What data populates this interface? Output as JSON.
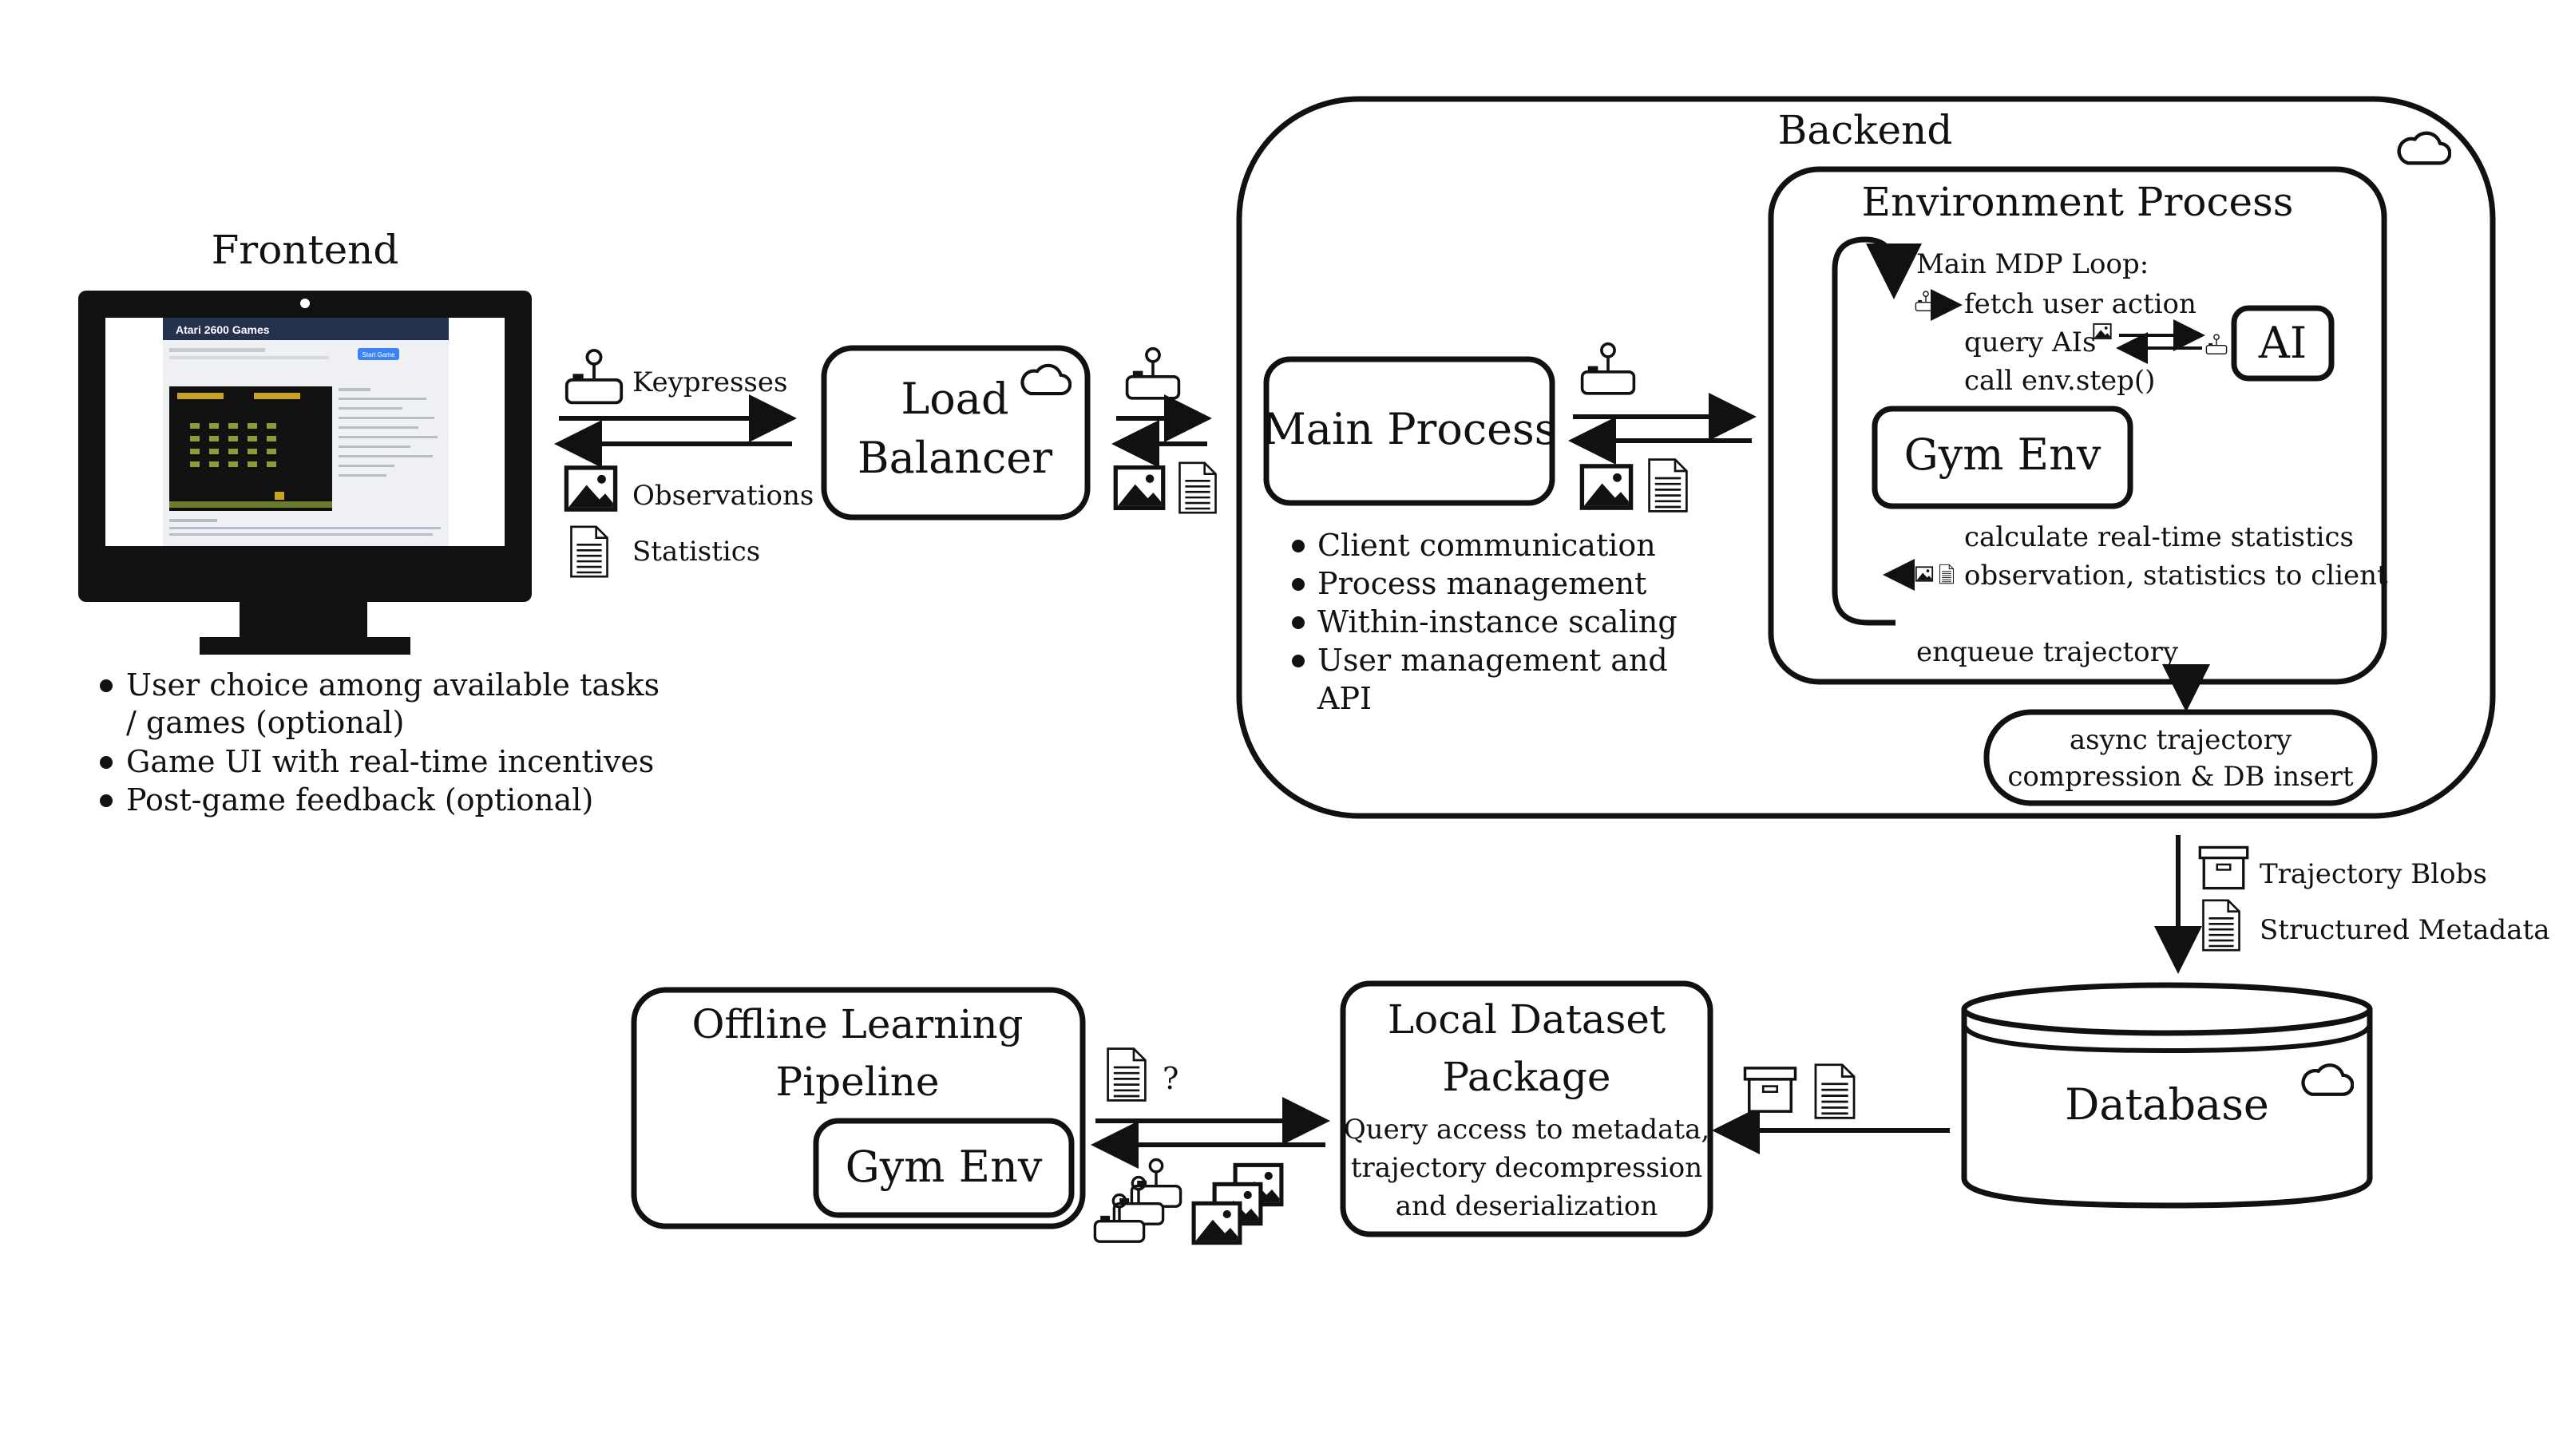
{
  "frontend": {
    "title": "Frontend",
    "screen_title": "Atari 2600 Games",
    "screen_button": "Start Game",
    "bullets": [
      "User choice among available tasks",
      "/ games (optional)",
      "Game UI with real-time incentives",
      "Post-game feedback (optional)"
    ]
  },
  "links": {
    "keypresses": "Keypresses",
    "observations": "Observations",
    "statistics": "Statistics",
    "question": "?"
  },
  "load_balancer": {
    "line1": "Load",
    "line2": "Balancer"
  },
  "backend": {
    "title": "Backend",
    "main_process": {
      "label": "Main Process",
      "bullets": [
        "Client communication",
        "Process management",
        "Within-instance scaling",
        "User management and",
        "API"
      ]
    },
    "env_process": {
      "title": "Environment Process",
      "loop_title": "Main MDP Loop:",
      "fetch": "fetch user action",
      "query": "query AIs",
      "step": "call env.step()",
      "ai": "AI",
      "gym_env": "Gym Env",
      "calc": "calculate real-time statistics",
      "send": "observation, statistics to client",
      "enqueue": "enqueue trajectory"
    },
    "async": {
      "line1": "async trajectory",
      "line2": "compression & DB insert"
    }
  },
  "storage_links": {
    "blobs": "Trajectory Blobs",
    "metadata": "Structured Metadata"
  },
  "database": {
    "label": "Database"
  },
  "dataset": {
    "title1": "Local Dataset",
    "title2": "Package",
    "desc1": "Query access to metadata,",
    "desc2": "trajectory decompression",
    "desc3": "and deserialization"
  },
  "offline": {
    "title1": "Offline Learning",
    "title2": "Pipeline",
    "gym_env": "Gym Env"
  }
}
